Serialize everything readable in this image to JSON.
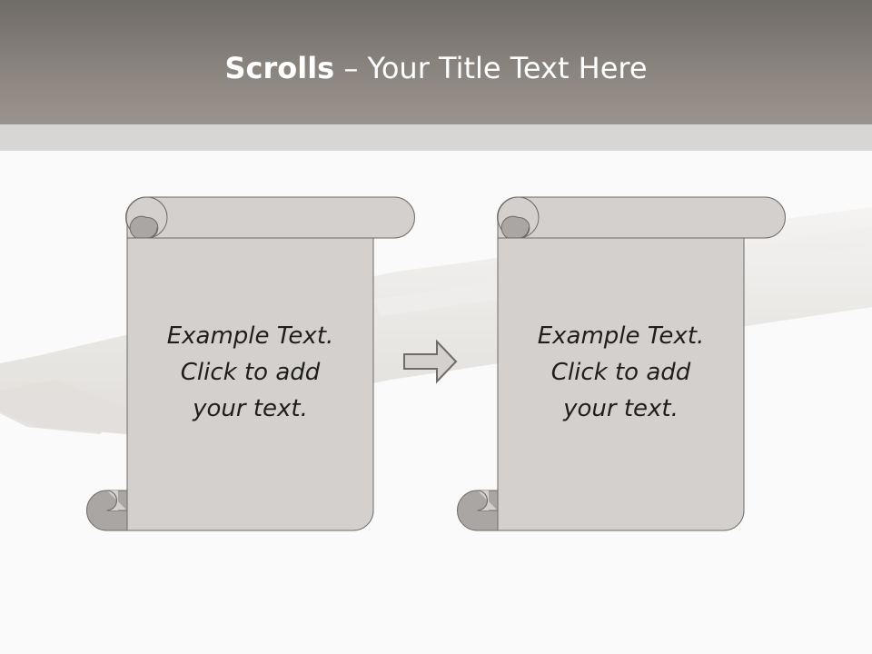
{
  "title": {
    "bold": "Scrolls",
    "dash": " – ",
    "rest": "Your Title Text Here"
  },
  "scrolls": [
    {
      "lines": [
        "Example  Text.",
        "Click  to add",
        "your text."
      ]
    },
    {
      "lines": [
        "Example  Text.",
        "Click  to add",
        "your text."
      ]
    }
  ],
  "colors": {
    "header": "#8a847f",
    "strip": "#d8d6d4",
    "scroll_fill": "#d3d0cd",
    "scroll_curl": "#a9a6a3",
    "scroll_outline": "#6e6b68"
  },
  "icons": {
    "arrow": "right-arrow-icon"
  }
}
